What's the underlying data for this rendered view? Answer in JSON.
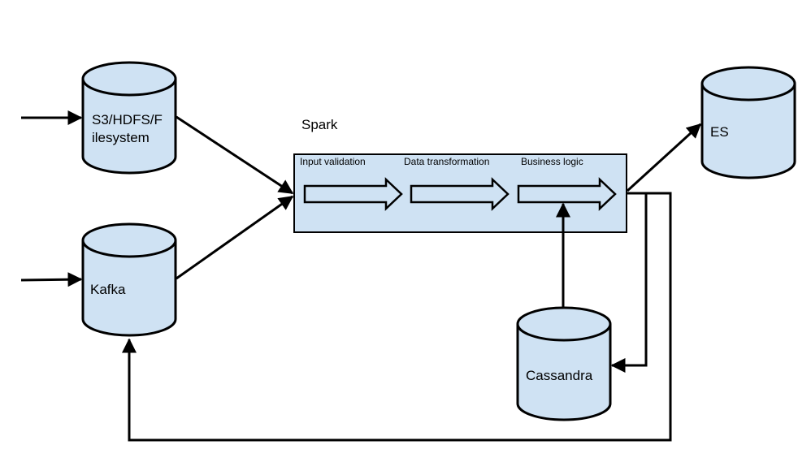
{
  "colors": {
    "shape_fill": "#cfe2f3",
    "stroke": "#000000",
    "background": "#ffffff"
  },
  "nodes": {
    "s3": {
      "label_line1": "S3/HDFS/F",
      "label_line2": "ilesystem"
    },
    "kafka": {
      "label": "Kafka"
    },
    "es": {
      "label": "ES"
    },
    "cassandra": {
      "label": "Cassandra"
    },
    "spark": {
      "title": "Spark",
      "stages": [
        "Input validation",
        "Data transformation",
        "Business logic"
      ]
    }
  }
}
